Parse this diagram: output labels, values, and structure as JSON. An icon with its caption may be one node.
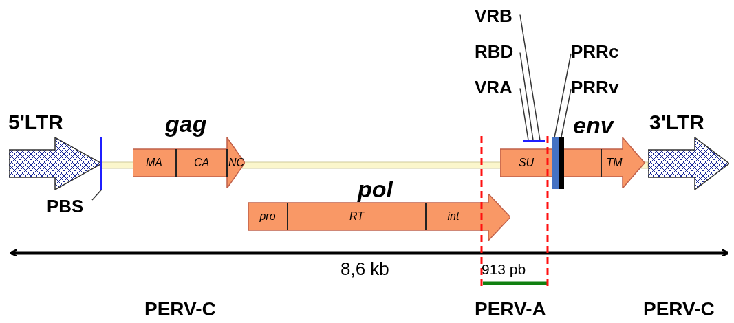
{
  "diagram": {
    "nodes": [
      {
        "text": [
          "5'LTR"
        ]
      },
      {
        "text": [
          "gag"
        ]
      },
      {
        "text": [
          "MA"
        ],
        "in": 1
      },
      {
        "text": [
          "CA"
        ],
        "in": 1
      },
      {
        "text": [
          "NC"
        ],
        "in": 1
      },
      {
        "text": [
          "env"
        ]
      },
      {
        "text": [
          "SU"
        ],
        "in": 5
      },
      {
        "text": [
          "TM"
        ],
        "in": 5
      },
      {
        "text": [
          "3'LTR"
        ]
      },
      {
        "text": [
          "pol"
        ]
      },
      {
        "text": [
          "pro"
        ],
        "in": 9
      },
      {
        "text": [
          "RT"
        ],
        "in": 9
      },
      {
        "text": [
          "int"
        ],
        "in": 9
      },
      {
        "text": [
          "PBS"
        ]
      },
      {
        "text": [],
        "shape": "bar"
      },
      {
        "text": [
          "VRB"
        ]
      },
      {
        "text": [
          "RBD"
        ]
      },
      {
        "text": [
          "VRA"
        ]
      },
      {
        "text": [],
        "shape": "bar"
      },
      {
        "text": [
          "PRRc"
        ]
      },
      {
        "text": [
          "PRRv"
        ]
      },
      {
        "text": [],
        "shape": "bar",
        "in": 5
      },
      {
        "text": [],
        "shape": "bar",
        "in": 5
      }
    ],
    "edges": [
      {
        "from": 13,
        "to": 14,
        "arrow": "none"
      },
      {
        "from": 15,
        "to": 18,
        "arrow": "none"
      },
      {
        "from": 16,
        "to": 18,
        "arrow": "none"
      },
      {
        "from": 17,
        "to": 18,
        "arrow": "none"
      },
      {
        "from": 19,
        "to": 21,
        "arrow": "none"
      },
      {
        "from": 20,
        "to": 22,
        "arrow": "none"
      }
    ],
    "labels": [
      "8,6 kb",
      "913 pb",
      "PERV-C",
      "PERV-A",
      "PERV-C"
    ]
  }
}
